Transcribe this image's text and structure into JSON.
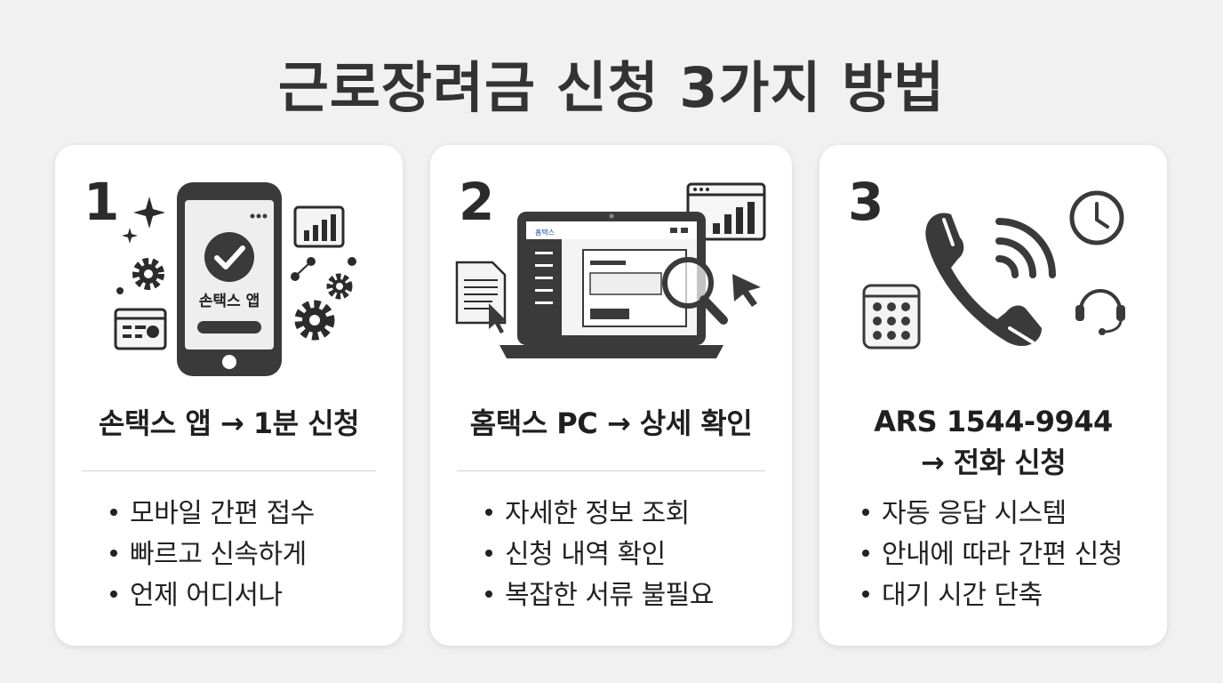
{
  "title": "근로장려금 신청 3가지 방법",
  "colors": {
    "background": "#f1f1f1",
    "card": "#ffffff",
    "ink": "#333333"
  },
  "cards": [
    {
      "number": "1",
      "app_label": "손택스 앱",
      "heading": "손택스 앱 → 1분 신청",
      "bullets": [
        "모바일 간편 접수",
        "빠르고 신속하게",
        "언제 어디서나"
      ],
      "icons": [
        "smartphone-icon",
        "checkmark-icon",
        "gear-icon",
        "sparkle-icon",
        "bar-chart-icon",
        "network-icon",
        "browser-window-icon"
      ]
    },
    {
      "number": "2",
      "heading": "홈택스 PC → 상세 확인",
      "bullets": [
        "자세한 정보 조회",
        "신청 내역 확인",
        "복잡한 서류 불필요"
      ],
      "icons": [
        "laptop-icon",
        "magnifier-icon",
        "document-icon",
        "cursor-icon",
        "bar-chart-icon"
      ]
    },
    {
      "number": "3",
      "heading_line1": "ARS 1544-9944",
      "heading_line2": "→ 전화 신청",
      "bullets": [
        "자동 응답 시스템",
        "안내에 따라 간편 신청",
        "대기 시간 단축"
      ],
      "icons": [
        "phone-handset-icon",
        "signal-waves-icon",
        "clock-icon",
        "headset-icon",
        "keypad-icon"
      ]
    }
  ]
}
